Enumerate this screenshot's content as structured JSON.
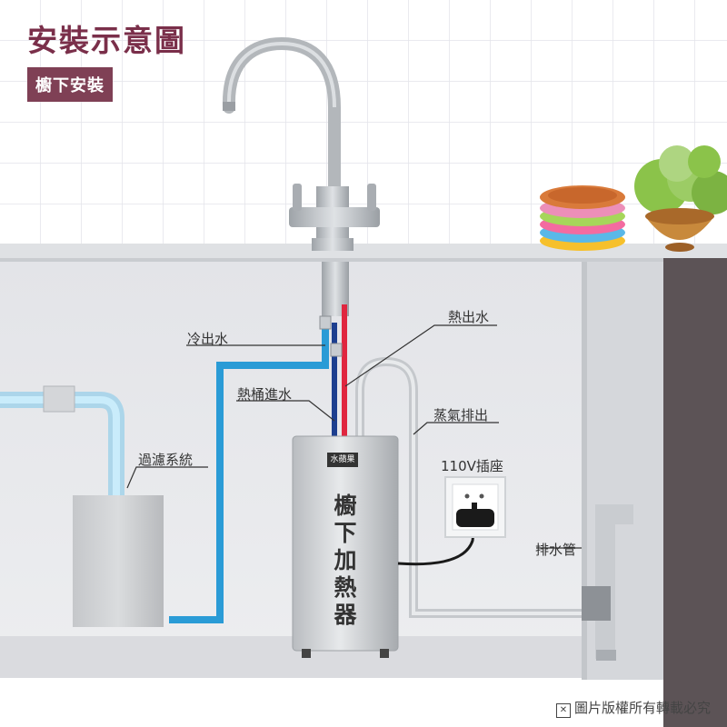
{
  "title": "安裝示意圖",
  "subtitle": "櫥下安裝",
  "labels": {
    "cold_out": "冷出水",
    "hot_out": "熱出水",
    "tank_in": "熱桶進水",
    "steam_out": "蒸氣排出",
    "filter": "過濾系統",
    "socket": "110V插座",
    "drain": "排水管"
  },
  "heater": {
    "brand": "水蘋果",
    "text": "櫥下加熱器"
  },
  "copyright": "圖片版權所有轉載必究",
  "colors": {
    "title": "#7a2f4a",
    "badge": "#7f4055",
    "cold_pipe": "#2a9bd6",
    "hot_pipe": "#e0263f",
    "tank_pipe": "#1d3f8f"
  }
}
